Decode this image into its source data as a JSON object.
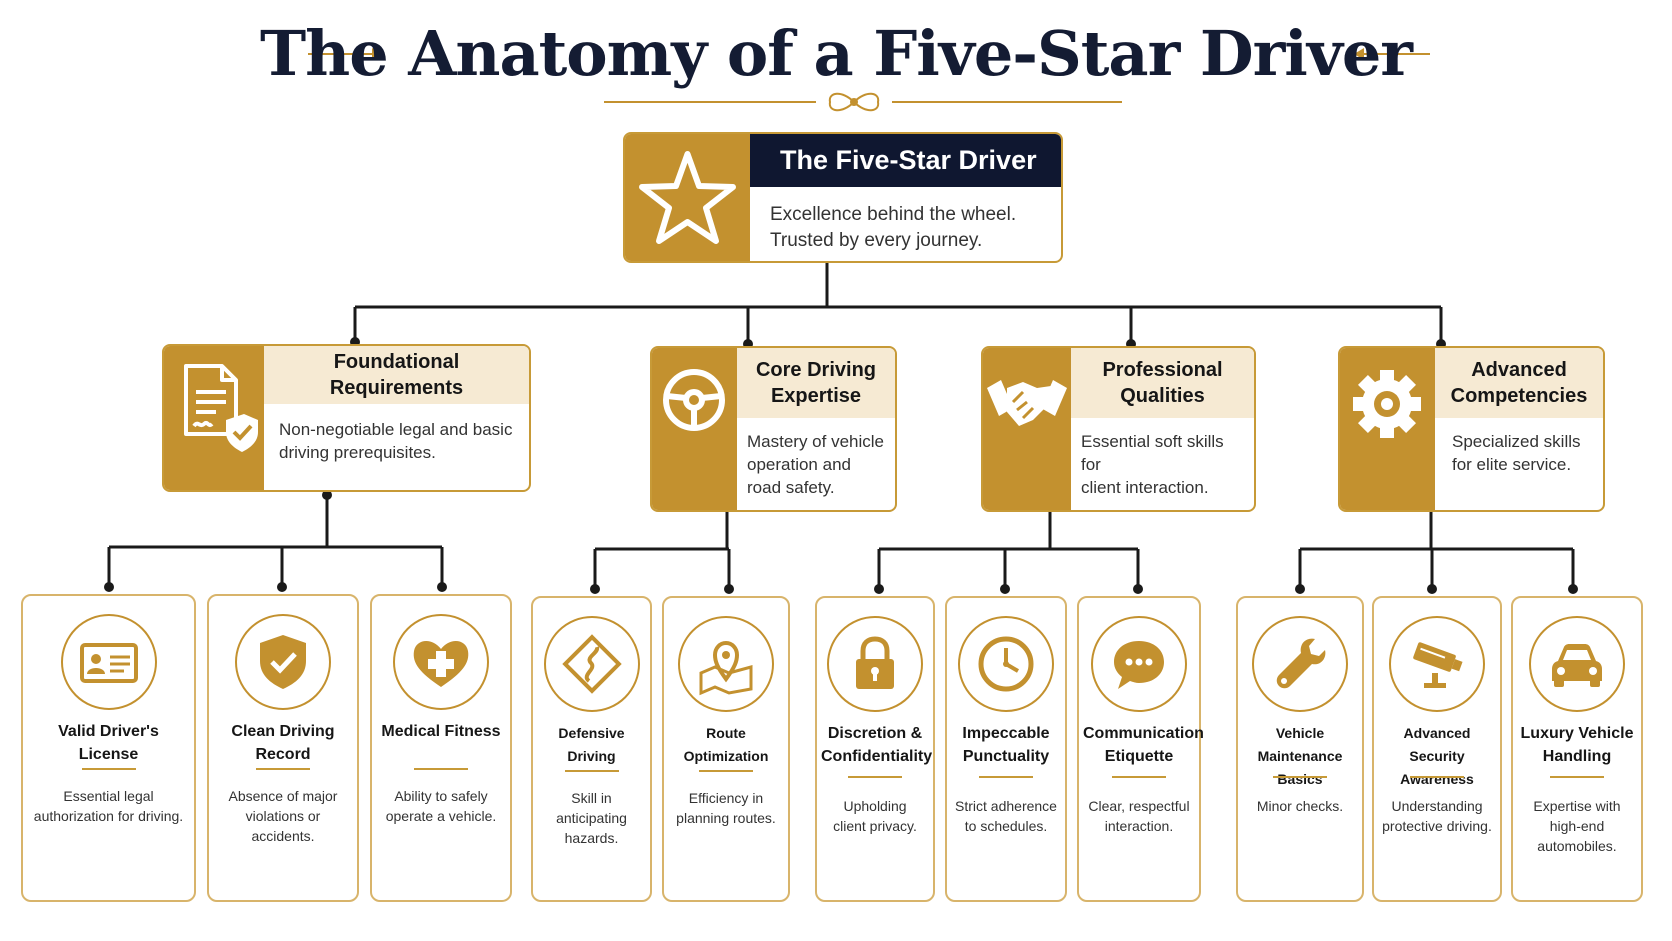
{
  "title": "The Anatomy of a Five-Star Driver",
  "colors": {
    "gold": "#c3912f",
    "navy": "#0f1730",
    "cream": "#f6ead3"
  },
  "root": {
    "title": "The Five-Star Driver",
    "desc_line1": "Excellence behind the wheel.",
    "desc_line2": "Trusted by every journey.",
    "icon": "star-icon"
  },
  "categories": [
    {
      "title_line1": "Foundational Requirements",
      "title_line2": "",
      "desc_lines": [
        "Non-negotiable legal and basic",
        "driving prerequisites."
      ],
      "icon": "document-check-icon"
    },
    {
      "title_line1": "Core Driving",
      "title_line2": "Expertise",
      "desc_lines": [
        "Mastery of vehicle",
        "operation and",
        "road safety."
      ],
      "icon": "steering-wheel-icon"
    },
    {
      "title_line1": "Professional",
      "title_line2": "Qualities",
      "desc_lines": [
        "Essential soft skills for",
        "client interaction."
      ],
      "icon": "handshake-icon"
    },
    {
      "title_line1": "Advanced",
      "title_line2": "Competencies",
      "desc_lines": [
        "Specialized skills",
        "for elite service."
      ],
      "icon": "gear-icon"
    }
  ],
  "leaves": [
    {
      "title_lines": [
        "Valid Driver's License"
      ],
      "desc_lines": [
        "Essential legal",
        "authorization for driving."
      ],
      "icon": "id-card-icon"
    },
    {
      "title_lines": [
        "Clean Driving Record"
      ],
      "desc_lines": [
        "Absence of major",
        "violations or accidents."
      ],
      "icon": "shield-check-icon"
    },
    {
      "title_lines": [
        "Medical Fitness"
      ],
      "desc_lines": [
        "Ability to safely",
        "operate a vehicle."
      ],
      "icon": "heart-cross-icon"
    },
    {
      "title_lines": [
        "Defensive Driving"
      ],
      "desc_lines": [
        "Skill in anticipating",
        "hazards."
      ],
      "icon": "winding-road-sign-icon"
    },
    {
      "title_lines": [
        "Route Optimization"
      ],
      "desc_lines": [
        "Efficiency in",
        "planning routes."
      ],
      "icon": "map-pin-icon"
    },
    {
      "title_lines": [
        "Discretion &",
        "Confidentiality"
      ],
      "desc_lines": [
        "Upholding",
        "client privacy."
      ],
      "icon": "padlock-icon"
    },
    {
      "title_lines": [
        "Impeccable",
        "Punctuality"
      ],
      "desc_lines": [
        "Strict adherence",
        "to schedules."
      ],
      "icon": "clock-icon"
    },
    {
      "title_lines": [
        "Communication",
        "Etiquette"
      ],
      "desc_lines": [
        "Clear, respectful",
        "interaction."
      ],
      "icon": "speech-bubble-icon"
    },
    {
      "title_lines": [
        "Vehicle",
        "Maintenance Basics"
      ],
      "desc_lines": [
        "Minor checks."
      ],
      "icon": "wrench-icon"
    },
    {
      "title_lines": [
        "Advanced",
        "Security Awareness"
      ],
      "desc_lines": [
        "Understanding",
        "protective driving."
      ],
      "icon": "security-camera-icon"
    },
    {
      "title_lines": [
        "Luxury Vehicle",
        "Handling"
      ],
      "desc_lines": [
        "Expertise with",
        "high-end",
        "automobiles."
      ],
      "icon": "car-icon"
    }
  ]
}
